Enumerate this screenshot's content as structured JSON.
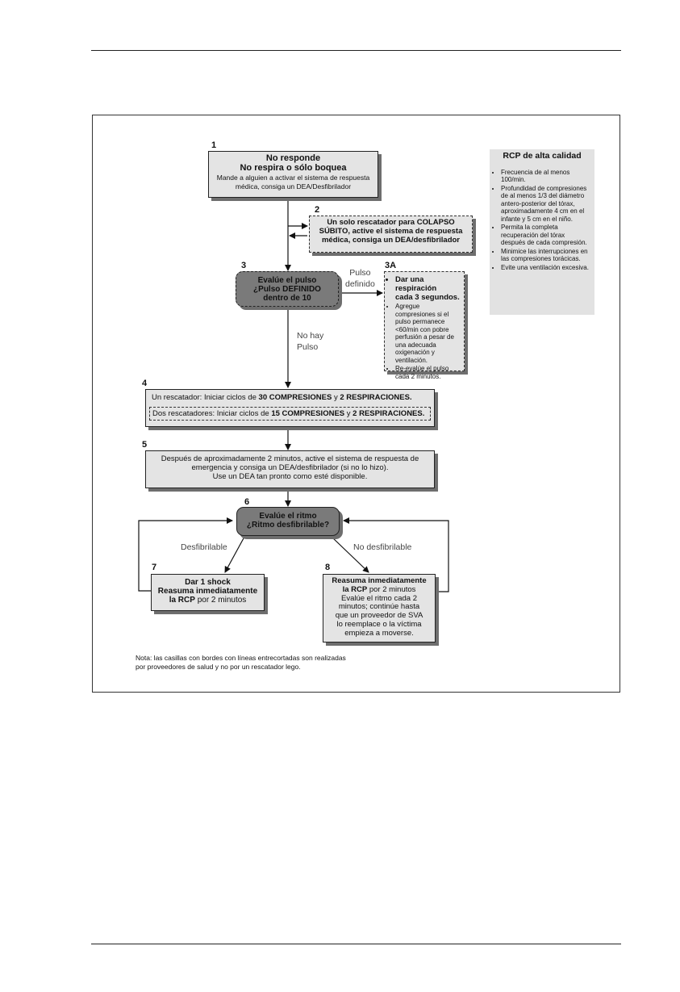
{
  "algorithm": {
    "step1": {
      "num": "1",
      "line1": "No responde",
      "line2": "No respira o sólo boquea",
      "line3": "Mande a alguien a activar el sistema de respuesta",
      "line4": "médica, consiga un DEA/Desfibrilador"
    },
    "step2": {
      "num": "2",
      "line1": "Un solo rescatador para COLAPSO",
      "line2": "SÚBITO, active el sistema de respuesta",
      "line3": "médica, consiga un DEA/desfibrilador"
    },
    "step3": {
      "num": "3",
      "line1": "Evalúe el pulso",
      "line2": "¿Pulso DEFINIDO",
      "line3": "dentro de 10"
    },
    "label_pulso_definido": {
      "line1": "Pulso",
      "line2": "definido"
    },
    "step3a": {
      "num": "3A",
      "bullet1_line1": "Dar una respiración",
      "bullet1_line2": "cada 3 segundos.",
      "bullet2": "Agregue compresiones si el pulso permanece <60/min con pobre perfusión a pesar de una adecuada oxigenación y ventilación.",
      "bullet3": "Re-evalúe el pulso cada 2 minutos."
    },
    "label_no_pulso": {
      "line1": "No hay",
      "line2": "Pulso"
    },
    "step4": {
      "num": "4",
      "row1_pre": "Un rescatador: Iniciar ciclos de ",
      "row1_b1": "30 COMPRESIONES",
      "row1_mid": " y ",
      "row1_b2": "2 RESPIRACIONES.",
      "row2_pre": "Dos rescatadores: Iniciar ciclos de ",
      "row2_b1": "15 COMPRESIONES",
      "row2_mid": " y ",
      "row2_b2": "2 RESPIRACIONES."
    },
    "step5": {
      "num": "5",
      "line1": "Después de aproximadamente 2 minutos, active el sistema de respuesta de",
      "line2": "emergencia y consiga un DEA/desfibrilador (si no lo hizo).",
      "line3": "Use un DEA tan pronto como esté disponible."
    },
    "step6": {
      "num": "6",
      "line1": "Evalúe el ritmo",
      "line2": "¿Ritmo desfibrilable?"
    },
    "label_desfibrilable": "Desfibrilable",
    "label_no_desfibrilable": "No desfibrilable",
    "step7": {
      "num": "7",
      "line1": "Dar 1 shock",
      "line2": "Reasuma inmediatamente",
      "line3_b": "la RCP",
      "line3_n": " por 2 minutos"
    },
    "step8": {
      "num": "8",
      "line1": "Reasuma inmediatamente",
      "line2_b": "la RCP",
      "line2_n": " por 2 minutos",
      "line3": "Evalúe el ritmo cada 2",
      "line4": "minutos; continúe hasta",
      "line5": "que un proveedor de SVA",
      "line6": "lo reemplace o la víctima",
      "line7": "empieza a moverse."
    },
    "note": {
      "line1": "Nota: las casillas con bordes con líneas entrecortadas son realizadas",
      "line2": "por proveedores de salud y no por un rescatador lego."
    }
  },
  "sidebar": {
    "title": "RCP de alta calidad",
    "items": [
      "Frecuencia de al menos 100/min.",
      "Profundidad de compresiones de al menos 1/3 del diámetro antero-posterior del tórax, aproximadamente 4 cm en el infante y 5 cm en el niño.",
      "Permita la completa recuperación del tórax después de cada compresión.",
      "Minimice las interrupciones en las compresiones torácicas.",
      "Evite una ventilación excesiva."
    ]
  },
  "colors": {
    "box_fill": "#e4e4e4",
    "dark_box_fill": "#7a7a7a",
    "shadow": "#6e6e6e",
    "sidebar_fill": "#e2e2e2"
  }
}
